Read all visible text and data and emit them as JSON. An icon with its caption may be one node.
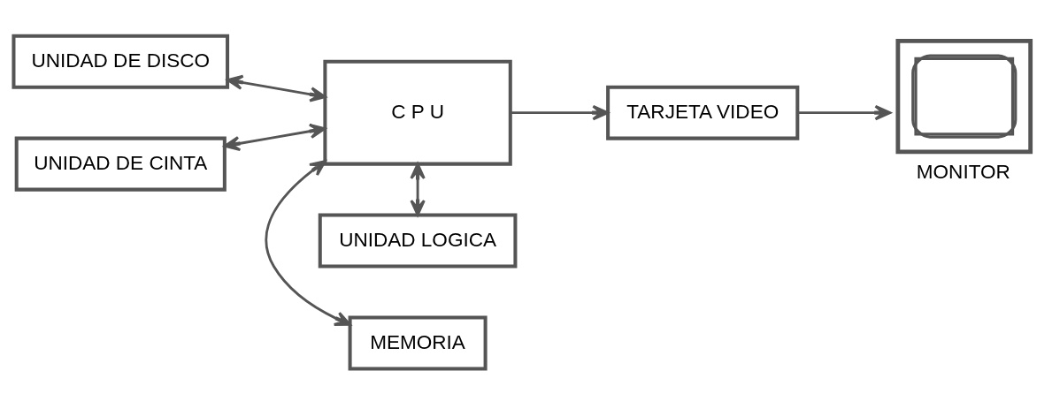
{
  "diagram": {
    "nodes": [
      {
        "text": [
          "MEMORIA"
        ]
      },
      {
        "text": [
          "UNIDAD DE DISCO"
        ]
      },
      {
        "text": [
          "C P U"
        ]
      },
      {
        "text": [
          "TARJETA VIDEO"
        ]
      },
      {
        "text": [
          "MONITOR"
        ]
      },
      {
        "text": [
          "UNIDAD DE CINTA"
        ]
      },
      {
        "text": [
          "UNIDAD LOGICA"
        ]
      }
    ],
    "edges": [
      {
        "from": 2,
        "to": 0,
        "arrow": "both"
      },
      {
        "from": 1,
        "to": 2,
        "arrow": "both"
      },
      {
        "from": 5,
        "to": 2,
        "arrow": "both"
      },
      {
        "from": 2,
        "to": 3,
        "arrow": "to"
      },
      {
        "from": 3,
        "to": 4,
        "arrow": "to"
      },
      {
        "from": 2,
        "to": 6,
        "arrow": "both"
      }
    ]
  }
}
